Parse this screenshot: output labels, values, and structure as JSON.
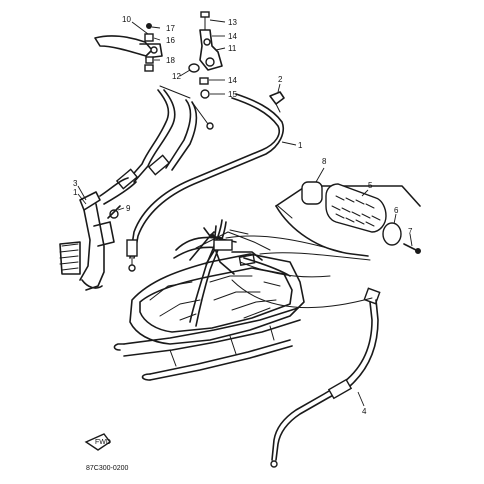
{
  "labels": {
    "p1": "1",
    "p2": "2",
    "p3": "3",
    "p3b": "1",
    "p4": "4",
    "p5": "5",
    "p6": "6",
    "p7": "7",
    "p8": "8",
    "p9": "9",
    "p10": "10",
    "p11": "11",
    "p12": "12",
    "p13": "13",
    "p14a": "14",
    "p14b": "14",
    "p15": "15",
    "p16": "16",
    "p17": "17",
    "p18": "18"
  },
  "fwd_mark": "FWD",
  "drawing_code": "87C300-0200"
}
